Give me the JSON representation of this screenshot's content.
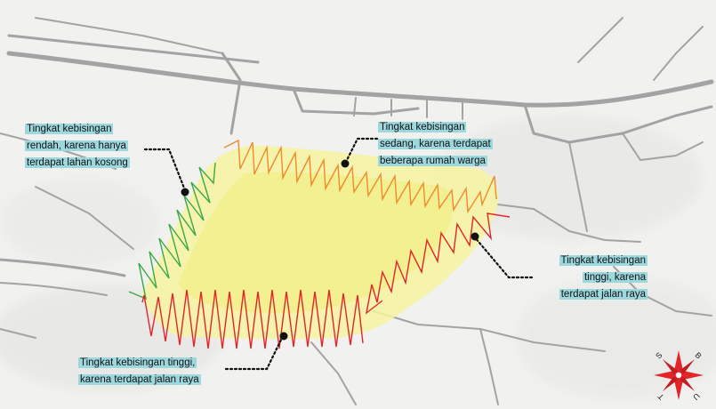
{
  "colors": {
    "background": "#f1f1ef",
    "road": "#9a9a9a",
    "zone_fill": "#f6f3a0",
    "low_noise": "#3aa845",
    "medium_noise": "#f08a2a",
    "high_noise": "#e3252a",
    "label_highlight": "#9dd8de",
    "compass": "#e3252a"
  },
  "labels": {
    "green": [
      "Tingkat kebisingan",
      "rendah, karena hanya",
      "terdapat lahan kosong"
    ],
    "orange": [
      "Tingkat kebisingan",
      "sedang, karena terdapat",
      "beberapa rumah warga"
    ],
    "red_right": [
      "Tingkat kebisingan",
      "tinggi, karena",
      "terdapat jalan raya"
    ],
    "red_bottom": [
      "Tingkat kebisingan tinggi,",
      "karena terdapat jalan raya"
    ]
  },
  "compass": {
    "north": "U",
    "south": "S",
    "east": "T",
    "west": "B",
    "icon": "compass-rose-icon"
  }
}
